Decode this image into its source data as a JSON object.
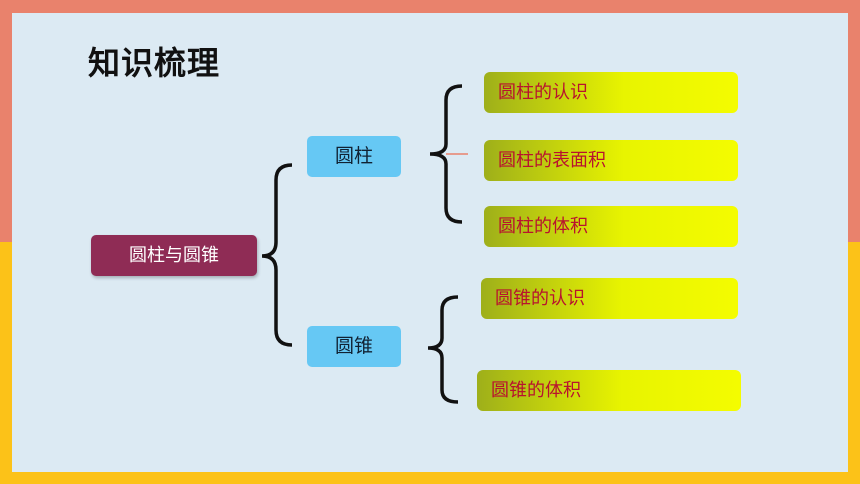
{
  "title": "知识梳理",
  "root": {
    "label": "圆柱与圆锥"
  },
  "branches": [
    {
      "label": "圆柱",
      "children": [
        "圆柱的认识",
        "圆柱的表面积",
        "圆柱的体积"
      ]
    },
    {
      "label": "圆锥",
      "children": [
        "圆锥的认识",
        "圆锥的体积"
      ]
    }
  ],
  "colors": {
    "frame_top": "#E9826C",
    "frame_bottom": "#FCC218",
    "panel": "#DCEAF3",
    "root": "#8F2C55",
    "branch": "#66C8F4",
    "leaf_text": "#B8132E"
  }
}
